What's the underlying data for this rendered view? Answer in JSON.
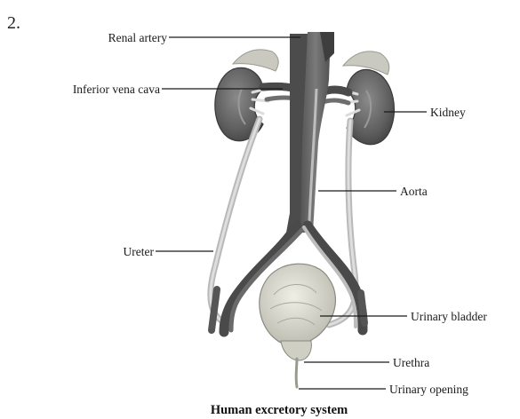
{
  "question_number": "2.",
  "caption": "Human excretory system",
  "labels": {
    "renal_artery": "Renal artery",
    "inferior_vena_cava": "Inferior vena cava",
    "kidney": "Kidney",
    "aorta": "Aorta",
    "ureter": "Ureter",
    "urinary_bladder": "Urinary bladder",
    "urethra": "Urethra",
    "urinary_opening": "Urinary opening"
  },
  "colors": {
    "vessels": "#5a5a5a",
    "vessels_dark": "#3c3c3c",
    "kidney": "#6a6a6a",
    "ureter": "#c8c8c8",
    "bladder": "#dadad0",
    "leader_lines": "#1a1a1a"
  }
}
